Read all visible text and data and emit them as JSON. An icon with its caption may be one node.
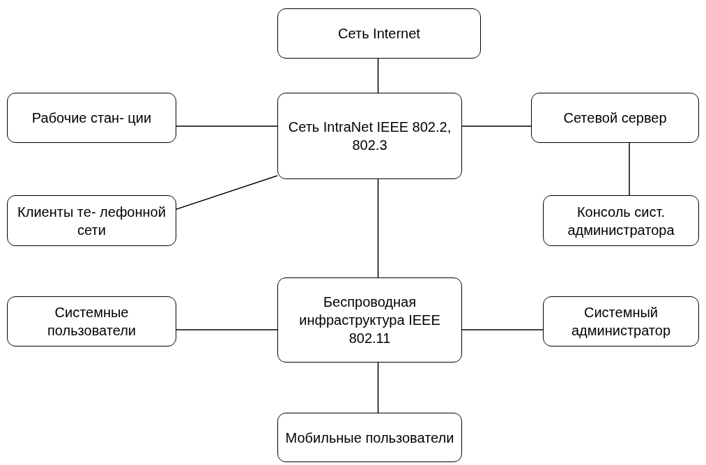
{
  "diagram": {
    "nodes": [
      {
        "text": [
          "Сеть Internet"
        ]
      },
      {
        "text": [
          "Рабочие стан- ции"
        ]
      },
      {
        "text": [
          "Сеть IntraNet IEEE 802.2, 802.3"
        ]
      },
      {
        "text": [
          "Сетевой сервер"
        ]
      },
      {
        "text": [
          "Клиенты те- лефонной сети"
        ]
      },
      {
        "text": [
          "Консоль сист. администратора"
        ]
      },
      {
        "text": [
          "Системные пользователи"
        ]
      },
      {
        "text": [
          "Беспроводная инфраструктура IEEE 802.11"
        ]
      },
      {
        "text": [
          "Системный администратор"
        ]
      },
      {
        "text": [
          "Мобильные пользователи"
        ]
      }
    ],
    "edges": [
      {
        "from": 0,
        "to": 2,
        "arrow": "none"
      },
      {
        "from": 1,
        "to": 2,
        "arrow": "none"
      },
      {
        "from": 2,
        "to": 3,
        "arrow": "none"
      },
      {
        "from": 3,
        "to": 5,
        "arrow": "none"
      },
      {
        "from": 4,
        "to": 2,
        "arrow": "none"
      },
      {
        "from": 2,
        "to": 7,
        "arrow": "none"
      },
      {
        "from": 6,
        "to": 7,
        "arrow": "none"
      },
      {
        "from": 7,
        "to": 8,
        "arrow": "none"
      },
      {
        "from": 7,
        "to": 9,
        "arrow": "none"
      }
    ]
  }
}
